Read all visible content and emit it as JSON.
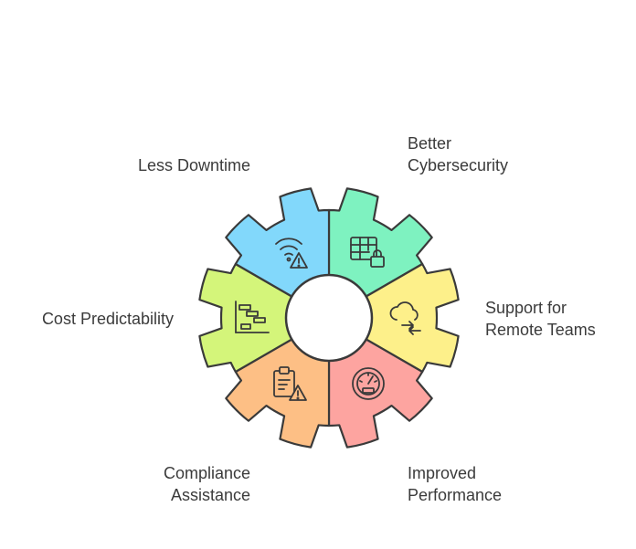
{
  "segments": [
    {
      "id": "better-cybersecurity",
      "lines": [
        "Better",
        "Cybersecurity"
      ],
      "color": "#7ef2c0",
      "icon": "database-lock-icon"
    },
    {
      "id": "support-for-remote-teams",
      "lines": [
        "Support for",
        "Remote Teams"
      ],
      "color": "#fdf08a",
      "icon": "cloud-sync-icon"
    },
    {
      "id": "improved-performance",
      "lines": [
        "Improved",
        "Performance"
      ],
      "color": "#fda4a0",
      "icon": "speedometer-icon"
    },
    {
      "id": "compliance-assistance",
      "lines": [
        "Compliance",
        "Assistance"
      ],
      "color": "#fdbf85",
      "icon": "clipboard-warning-icon"
    },
    {
      "id": "cost-predictability",
      "lines": [
        "Cost Predictability"
      ],
      "color": "#d4f57a",
      "icon": "gantt-chart-icon"
    },
    {
      "id": "less-downtime",
      "lines": [
        "Less Downtime"
      ],
      "color": "#82d8fb",
      "icon": "wifi-warning-icon"
    }
  ],
  "colors": {
    "stroke": "#3a3a3a",
    "text": "#3b3b3b",
    "hub": "#ffffff"
  }
}
